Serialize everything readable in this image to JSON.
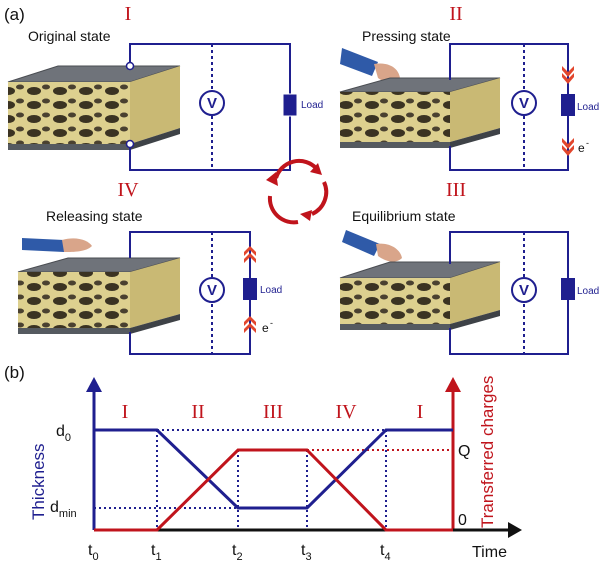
{
  "panel_a": {
    "tag": "(a)",
    "states": [
      {
        "roman": "I",
        "name": "Original state"
      },
      {
        "roman": "II",
        "name": "Pressing state"
      },
      {
        "roman": "III",
        "name": "Equilibrium state"
      },
      {
        "roman": "IV",
        "name": "Releasing state"
      }
    ],
    "voltmeter": "V",
    "load": "Load",
    "electron": "e",
    "electron_sup": "-"
  },
  "panel_b": {
    "tag": "(b)",
    "phases": [
      "I",
      "II",
      "III",
      "IV",
      "I"
    ],
    "y_left_label": "Thickness",
    "y_right_label": "Transferred charges",
    "x_label": "Time",
    "d0": "d",
    "d0_sub": "0",
    "dmin": "d",
    "dmin_sub": "min",
    "q_label": "Q",
    "zero_label": "0",
    "t_labels": [
      {
        "t": "t",
        "sub": "0"
      },
      {
        "t": "t",
        "sub": "1"
      },
      {
        "t": "t",
        "sub": "2"
      },
      {
        "t": "t",
        "sub": "3"
      },
      {
        "t": "t",
        "sub": "4"
      }
    ]
  },
  "colors": {
    "blue": "#1f1f8f",
    "red": "#c0141c",
    "foam": "#d8c98a",
    "top_plate": "#6f737a"
  }
}
